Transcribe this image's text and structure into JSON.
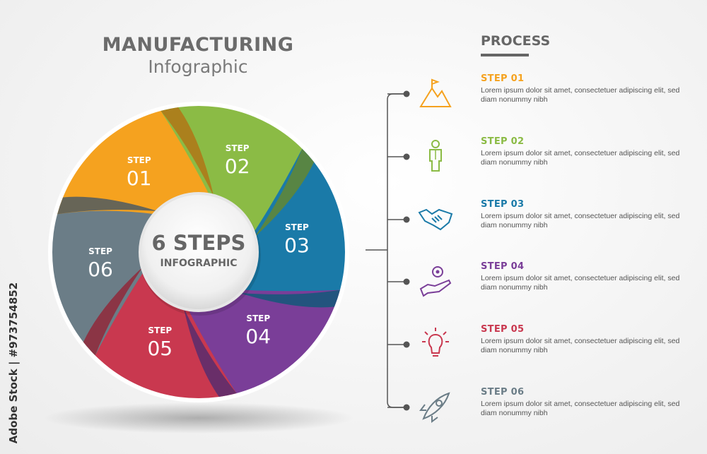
{
  "header": {
    "title": "MANUFACTURING",
    "subtitle": "Infographic"
  },
  "center": {
    "line1": "6 STEPS",
    "line2": "INFOGRAPHIC"
  },
  "wheel": [
    {
      "label": "STEP",
      "number": "01",
      "color": "#F5A21F"
    },
    {
      "label": "STEP",
      "number": "02",
      "color": "#8BBB45"
    },
    {
      "label": "STEP",
      "number": "03",
      "color": "#1A7AA8"
    },
    {
      "label": "STEP",
      "number": "04",
      "color": "#7A3E98"
    },
    {
      "label": "STEP",
      "number": "05",
      "color": "#C9384F"
    },
    {
      "label": "STEP",
      "number": "06",
      "color": "#6B7D87"
    }
  ],
  "process": {
    "title": "PROCESS",
    "steps": [
      {
        "heading": "STEP 01",
        "color": "#F5A21F",
        "icon": "mountain-flag-icon",
        "text": "Lorem ipsum dolor sit amet, consectetuer adipiscing elit, sed diam nonummy nibh"
      },
      {
        "heading": "STEP 02",
        "color": "#8BBB45",
        "icon": "person-icon",
        "text": "Lorem ipsum dolor sit amet, consectetuer adipiscing elit, sed diam nonummy nibh"
      },
      {
        "heading": "STEP 03",
        "color": "#1A7AA8",
        "icon": "handshake-icon",
        "text": "Lorem ipsum dolor sit amet, consectetuer adipiscing elit, sed diam nonummy nibh"
      },
      {
        "heading": "STEP 04",
        "color": "#7A3E98",
        "icon": "hand-gear-icon",
        "text": "Lorem ipsum dolor sit amet, consectetuer adipiscing elit, sed diam nonummy nibh"
      },
      {
        "heading": "STEP 05",
        "color": "#C9384F",
        "icon": "lightbulb-icon",
        "text": "Lorem ipsum dolor sit amet, consectetuer adipiscing elit, sed diam nonummy nibh"
      },
      {
        "heading": "STEP 06",
        "color": "#6B7D87",
        "icon": "rocket-icon",
        "text": "Lorem ipsum dolor sit amet, consectetuer adipiscing elit, sed diam nonummy nibh"
      }
    ]
  },
  "watermark": "Adobe Stock | #973754852"
}
